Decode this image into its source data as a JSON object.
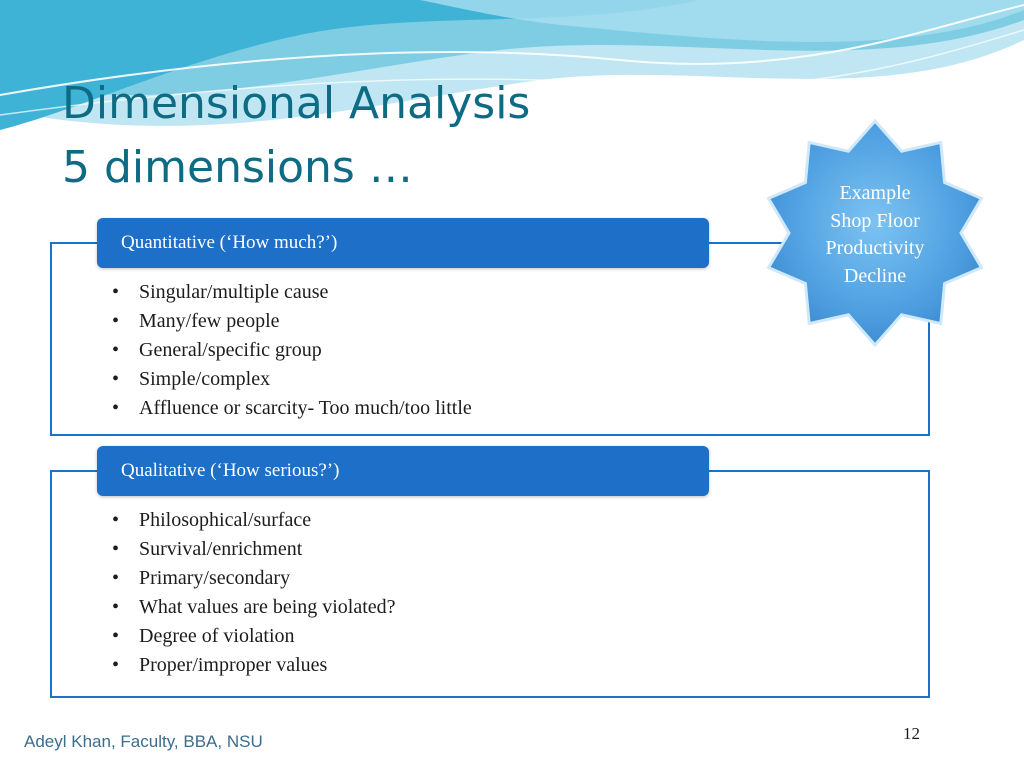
{
  "slide": {
    "title_line1": "Dimensional Analysis",
    "title_line2": "5 dimensions …"
  },
  "badge": {
    "lines": [
      "Example",
      "Shop Floor",
      "Productivity",
      "Decline"
    ]
  },
  "quantitative": {
    "header": "Quantitative (‘How much?’)",
    "items": [
      "Singular/multiple cause",
      "Many/few people",
      "General/specific group",
      "Simple/complex",
      "Affluence or scarcity- Too much/too little"
    ]
  },
  "qualitative": {
    "header": "Qualitative (‘How serious?’)",
    "items": [
      "Philosophical/surface",
      "Survival/enrichment",
      "Primary/secondary",
      "What values are being violated?",
      "Degree of violation",
      "Proper/improper values"
    ]
  },
  "footer": {
    "author": "Adeyl Khan, Faculty, BBA, NSU",
    "page_number": "12"
  },
  "colors": {
    "title": "#0e6b84",
    "panel_accent": "#1e6fc7",
    "badge_fill": "#5aa9e6"
  }
}
